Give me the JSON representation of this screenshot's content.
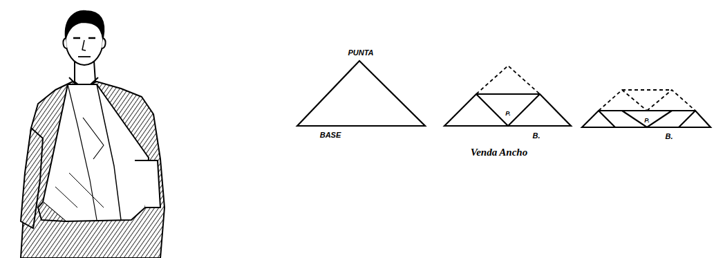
{
  "diagram": {
    "labels": [
      "PUNTA",
      "BASE",
      "P.",
      "B.",
      "Venda Ancho",
      "P.",
      "B."
    ]
  }
}
